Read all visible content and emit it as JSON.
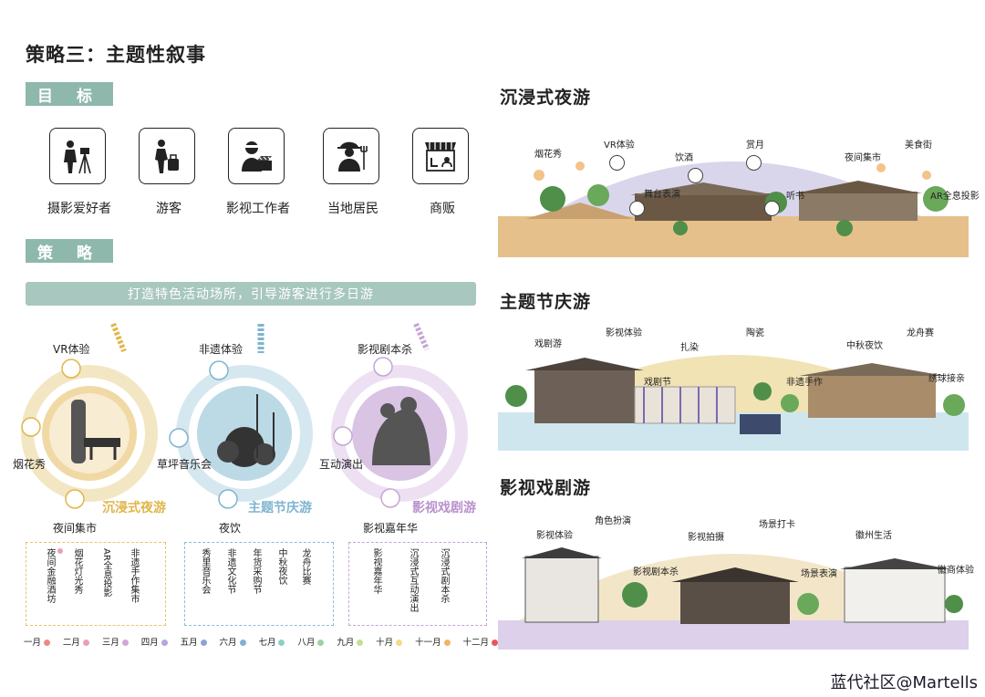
{
  "title": "策略三：主题性叙事",
  "goals_tag": "目  标",
  "strategy_tag": "策  略",
  "audiences": [
    {
      "label": "摄影爱好者",
      "icon": "photographer-icon"
    },
    {
      "label": "游客",
      "icon": "tourist-icon"
    },
    {
      "label": "影视工作者",
      "icon": "film-worker-icon"
    },
    {
      "label": "当地居民",
      "icon": "resident-icon"
    },
    {
      "label": "商贩",
      "icon": "vendor-icon"
    }
  ],
  "banner": "打造特色活动场所，引导游客进行多日游",
  "circles": [
    {
      "title": "沉浸式夜游",
      "color": "#e9c77e",
      "labels": {
        "top": "VR体验",
        "left": "烟花秀",
        "bottom": "夜间集市"
      }
    },
    {
      "title": "主题节庆游",
      "color": "#8fbcd0",
      "labels": {
        "top": "非遗体验",
        "left": "草坪音乐会",
        "bottom": "夜饮"
      }
    },
    {
      "title": "影视戏剧游",
      "color": "#c6a6d3",
      "labels": {
        "top": "影视剧本杀",
        "left": "互动演出",
        "bottom": "影视嘉年华"
      }
    }
  ],
  "calendar_groups": [
    {
      "color": "#e9c77e",
      "items": [
        "夜间金融酒坊",
        "烟花灯光秀",
        "AR全息投影",
        "非遗手作集市"
      ]
    },
    {
      "color": "#8fbcd0",
      "items": [
        "秀里音乐会",
        "非遗文化节",
        "年货采购节",
        "中秋夜饮",
        "龙舟比赛"
      ]
    },
    {
      "color": "#c6a6d3",
      "items": [
        "影视嘉年华",
        "沉浸式互动演出",
        "沉浸式剧本杀"
      ]
    }
  ],
  "months": [
    {
      "label": "一月",
      "color": "#e88a8a"
    },
    {
      "label": "二月",
      "color": "#e8a0b4"
    },
    {
      "label": "三月",
      "color": "#d3a6d3"
    },
    {
      "label": "四月",
      "color": "#b7a6d8"
    },
    {
      "label": "五月",
      "color": "#8fa2d4"
    },
    {
      "label": "六月",
      "color": "#7fb4cf"
    },
    {
      "label": "七月",
      "color": "#8fcfc4"
    },
    {
      "label": "八月",
      "color": "#9fd0a6"
    },
    {
      "label": "九月",
      "color": "#c8dc9a"
    },
    {
      "label": "十月",
      "color": "#f0dc8a"
    },
    {
      "label": "十一月",
      "color": "#f0b46a"
    },
    {
      "label": "十二月",
      "color": "#e45a5a"
    }
  ],
  "scenes": [
    {
      "title": "沉浸式夜游",
      "sky": "#d9d6ec",
      "labels": [
        "烟花秀",
        "VR体验",
        "饮酒",
        "赏月",
        "夜间集市",
        "美食街",
        "舞台表演",
        "听书",
        "AR全息投影"
      ]
    },
    {
      "title": "主题节庆游",
      "sky": "#f1e3b4",
      "labels": [
        "戏剧游",
        "影视体验",
        "扎染",
        "陶瓷",
        "中秋夜饮",
        "龙舟赛",
        "戏剧节",
        "非遗手作",
        "绣球接亲"
      ]
    },
    {
      "title": "影视戏剧游",
      "sky": "#f3e6c8",
      "labels": [
        "影视体验",
        "角色扮演",
        "影视拍摄",
        "场景打卡",
        "徽州生活",
        "影视剧本杀",
        "场景表演",
        "徽商体验"
      ]
    }
  ],
  "watermark": "蓝代社区@Martells"
}
